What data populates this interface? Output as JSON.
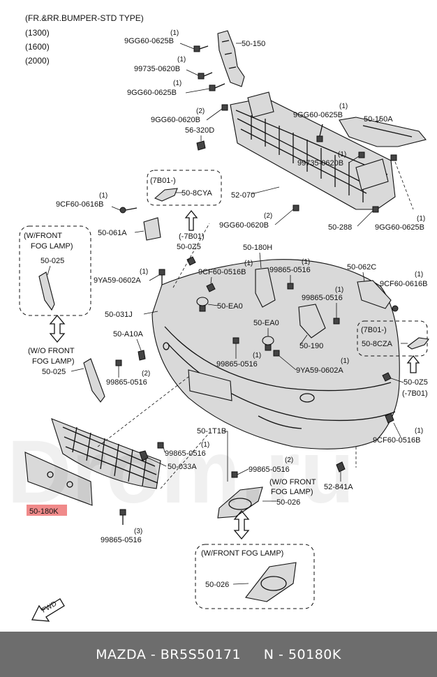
{
  "header": {
    "title": "(FR.&RR.BUMPER-STD TYPE)",
    "variants": [
      "(1300)",
      "(1600)",
      "(2000)"
    ]
  },
  "labels": {
    "l_9GG60_0625B_a": "9GG60-0625B",
    "l_50_150": "50-150",
    "l_99735_0620B_a": "99735-0620B",
    "l_9GG60_0625B_b": "9GG60-0625B",
    "l_9GG60_0620B_a": "9GG60-0620B",
    "l_56_320D": "56-320D",
    "l_9GG60_0625B_c": "9GG60-0625B",
    "l_50_150A": "50-150A",
    "l_99735_0620B_b": "99735-0620B",
    "l_7B01_a": "(7B01-)",
    "l_50_8CYA": "50-8CYA",
    "l_52_070": "52-070",
    "l_9CF60_0616B_a": "9CF60-0616B",
    "l_9GG60_0620B_b": "9GG60-0620B",
    "l_50_288": "50-288",
    "l_9GG60_0625B_d": "9GG60-0625B",
    "l_50_061A": "50-061A",
    "l_minus7B01_a": "(-7B01)",
    "l_50_0Z5_a": "50-0Z5",
    "l_wfront_a": "(W/FRONT",
    "l_foglamp_a": "FOG LAMP)",
    "l_50_025_a": "50-025",
    "l_50_180H": "50-180H",
    "l_50_062C": "50-062C",
    "l_9YA59_0602A_a": "9YA59-0602A",
    "l_9CF60_0516B_a": "9CF60-0516B",
    "l_99865_0516_a": "99865-0516",
    "l_9CF60_0616B_b": "9CF60-0616B",
    "l_50_EA0_a": "50-EA0",
    "l_99865_0516_b": "99865-0516",
    "l_50_031J": "50-031J",
    "l_7B01_b": "(7B01-)",
    "l_50_8CZA": "50-8CZA",
    "l_50_EA0_b": "50-EA0",
    "l_50_190": "50-190",
    "l_50_A10A": "50-A10A",
    "l_wo_front_a": "(W/O FRONT",
    "l_foglamp_b": "FOG LAMP)",
    "l_50_025_b": "50-025",
    "l_99865_0516_c": "99865-0516",
    "l_99865_0516_d": "99865-0516",
    "l_9YA59_0602A_b": "9YA59-0602A",
    "l_50_0Z5_b": "50-0Z5",
    "l_minus7B01_b": "(-7B01)",
    "l_50_1T1B": "50-1T1B",
    "l_9CF60_0516B_b": "9CF60-0516B",
    "l_99865_0516_e": "99865-0516",
    "l_50_033A": "50-033A",
    "l_99865_0516_f": "99865-0516",
    "l_wo_front_b": "(W/O FRONT",
    "l_foglamp_c": "FOG LAMP)",
    "l_52_841A": "52-841A",
    "l_50_026_a": "50-026",
    "l_50_180K": "50-180K",
    "l_99865_0516_g": "99865-0516",
    "l_wfront_foglamp": "(W/FRONT FOG LAMP)",
    "l_50_026_b": "50-026",
    "l_fwd": "FWD"
  },
  "quantities": {
    "q1": "(1)",
    "q2": "(1)",
    "q3": "(1)",
    "q4": "(2)",
    "q5": "(1)",
    "q6": "(1)",
    "q7": "(1)",
    "q8": "(2)",
    "q9": "(1)",
    "q10": "(1)",
    "q11": "(1)",
    "q12": "(1)",
    "q13": "(1)",
    "q14": "(1)",
    "q15": "(1)",
    "q16": "(2)",
    "q17": "(1)",
    "q18": "(1)",
    "q19": "(1)",
    "q20": "(2)",
    "q21": "(3)"
  },
  "colors": {
    "highlight": "#f08a8a",
    "footer_bg": "#6d6d6d",
    "footer_text": "#ffffff"
  },
  "footer": {
    "text": "MAZDA - BR5S50171     N - 50180K"
  },
  "watermark": {
    "text": "Drom.ru"
  }
}
